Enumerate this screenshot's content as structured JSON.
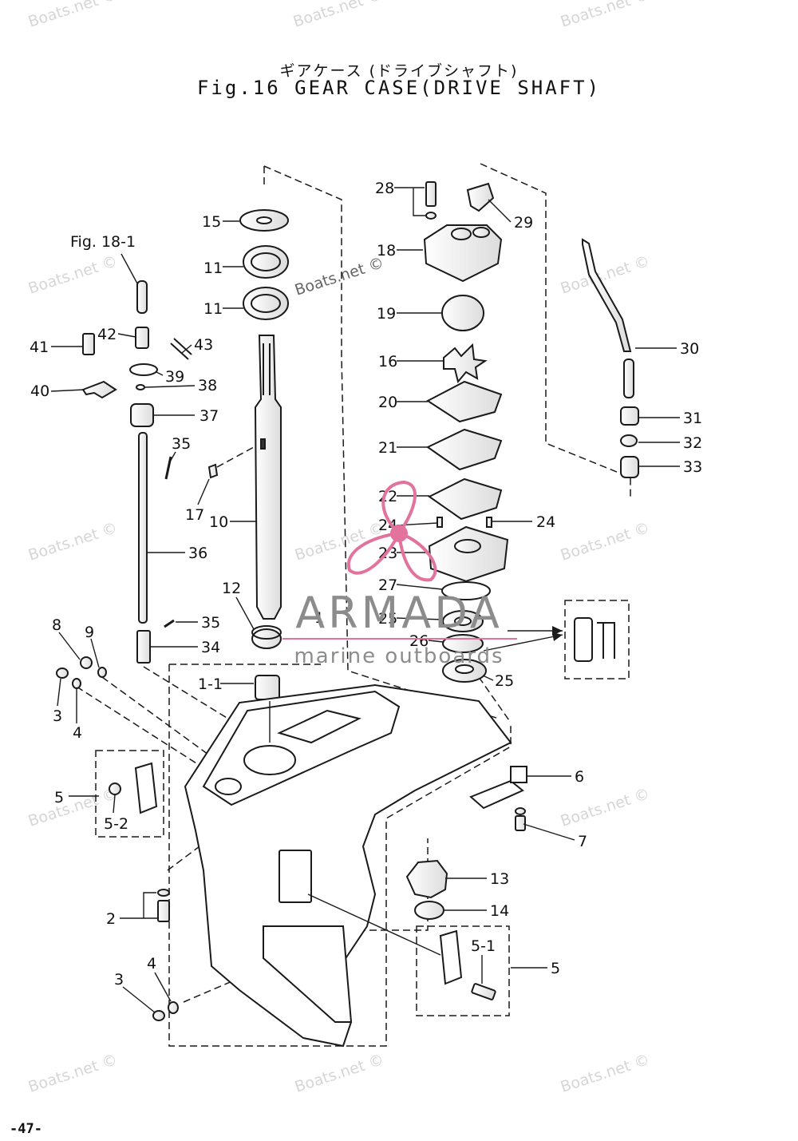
{
  "title": {
    "japanese": "ギアケース (ドライブシャフト)",
    "english": "Fig.16 GEAR CASE(DRIVE SHAFT)"
  },
  "watermark": "Boats.net ©",
  "logo": {
    "brand": "ARMADA",
    "tagline": "marine outboards"
  },
  "cross_reference": "Fig. 18-1",
  "callouts": [
    "15",
    "11",
    "11",
    "28",
    "29",
    "18",
    "19",
    "16",
    "20",
    "21",
    "22",
    "24",
    "24",
    "23",
    "27",
    "25",
    "26",
    "25",
    "30",
    "31",
    "32",
    "33",
    "41",
    "42",
    "43",
    "39",
    "40",
    "38",
    "37",
    "35",
    "17",
    "10",
    "36",
    "12",
    "35",
    "34",
    "8",
    "9",
    "3",
    "4",
    "1-1",
    "1",
    "6",
    "5",
    "5-2",
    "7",
    "13",
    "14",
    "2",
    "5-1",
    "5",
    "3",
    "4"
  ],
  "page_number": "-47-",
  "colors": {
    "line": "#1a1a1a",
    "logo_pink": "#e2739c",
    "logo_gray": "#8c8c8c",
    "watermark": "#d9d9d9"
  }
}
